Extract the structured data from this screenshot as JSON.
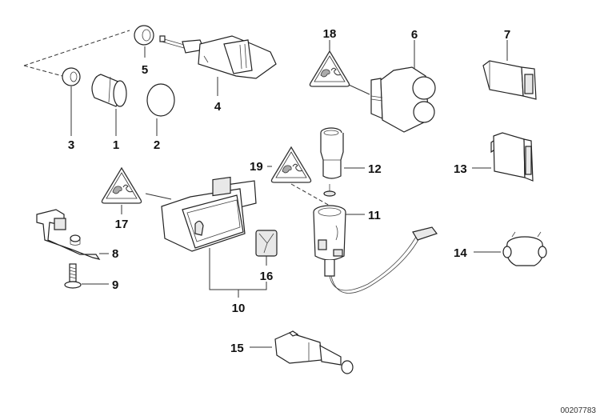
{
  "diagram": {
    "document_number": "00207783",
    "callouts": [
      {
        "id": "c1",
        "label": "1"
      },
      {
        "id": "c2",
        "label": "2"
      },
      {
        "id": "c3",
        "label": "3"
      },
      {
        "id": "c4",
        "label": "4"
      },
      {
        "id": "c5",
        "label": "5"
      },
      {
        "id": "c6",
        "label": "6"
      },
      {
        "id": "c7",
        "label": "7"
      },
      {
        "id": "c8",
        "label": "8"
      },
      {
        "id": "c9",
        "label": "9"
      },
      {
        "id": "c10",
        "label": "10"
      },
      {
        "id": "c11",
        "label": "11"
      },
      {
        "id": "c12",
        "label": "12"
      },
      {
        "id": "c13",
        "label": "13"
      },
      {
        "id": "c14",
        "label": "14"
      },
      {
        "id": "c15",
        "label": "15"
      },
      {
        "id": "c16",
        "label": "16"
      },
      {
        "id": "c17",
        "label": "17"
      },
      {
        "id": "c18",
        "label": "18"
      },
      {
        "id": "c19",
        "label": "19"
      }
    ],
    "warning_icon": "child-hand-warning-triangle"
  }
}
